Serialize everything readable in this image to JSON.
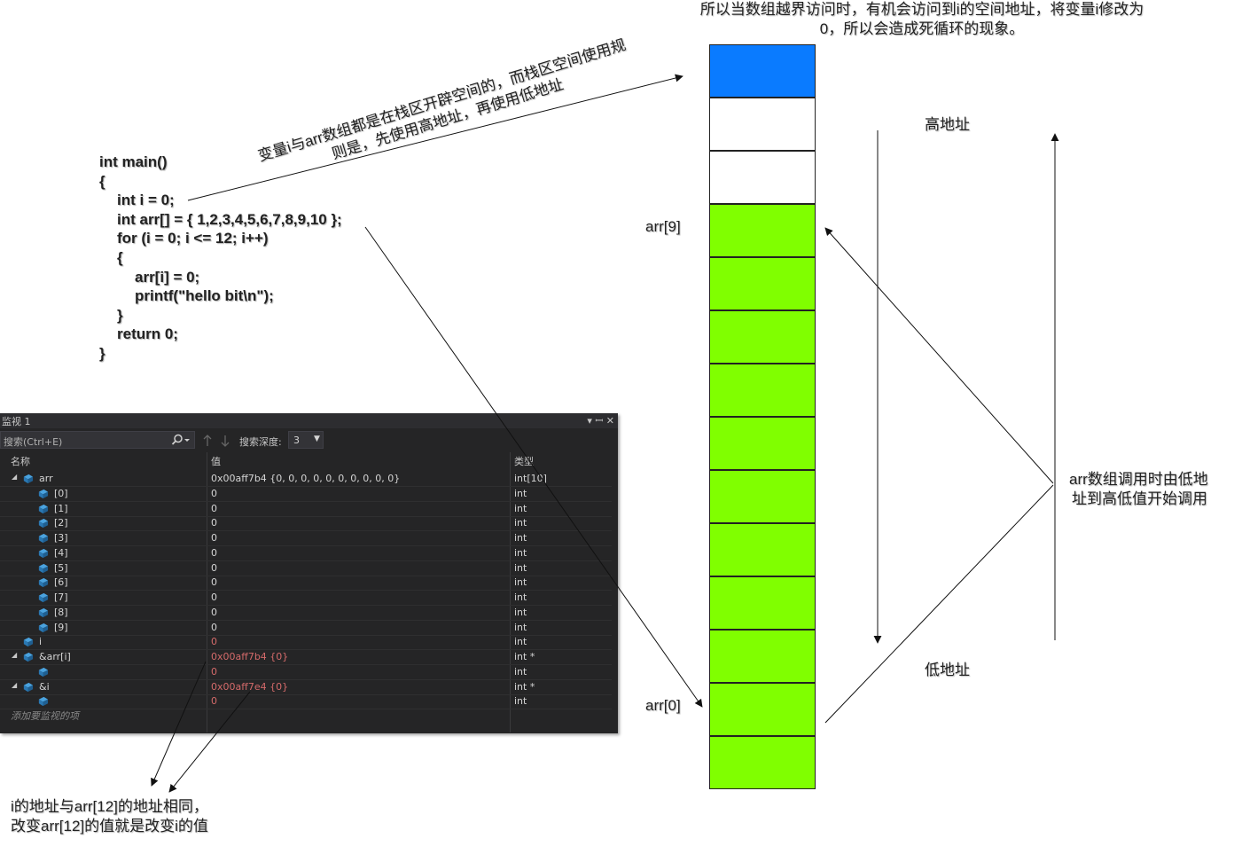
{
  "code": {
    "lines": [
      "int main()",
      "{",
      "int i = 0;",
      "int arr[] = { 1,2,3,4,5,6,7,8,9,10 };",
      "for (i = 0; i <= 12; i++)",
      "{",
      "arr[i] = 0;",
      "printf(\"hello bit\\n\");",
      "}",
      "return 0;",
      "}"
    ]
  },
  "annotations": {
    "top_right_line1": "所以当数组越界访问时，有机会访问到i的空间地址，将变量i修改为",
    "top_right_line2": "0，所以会造成死循环的现象。",
    "rotated_line1": "变量i与arr数组都是在栈区开辟空间的，而栈区空间使用规",
    "rotated_line2": "则是，先使用高地址，再使用低地址",
    "high_address": "高地址",
    "low_address": "低地址",
    "right_note_line1": "arr数组调用时由低地",
    "right_note_line2": "址到高低值开始调用",
    "bottom_note_line1": "i的地址与arr[12]的地址相同，",
    "bottom_note_line2": "改变arr[12]的值就是改变i的值",
    "label_arr9": "arr[9]",
    "label_arr0": "arr[0]"
  },
  "memory_cells": [
    "blue",
    "white",
    "white",
    "green",
    "green",
    "green",
    "green",
    "green",
    "green",
    "green",
    "green",
    "green",
    "green",
    "green"
  ],
  "colors": {
    "blue": "#0a7bff",
    "green": "#80ff00",
    "watch_bg": "#252526",
    "value_changed": "#d46a6a"
  },
  "watch": {
    "title": "监视 1",
    "title_icons": "▾ ꟷ ✕",
    "search_placeholder": "搜索(Ctrl+E)",
    "search_icon": "search-icon",
    "search_depth_label": "搜索深度:",
    "search_depth_value": "3",
    "columns": {
      "name": "名称",
      "value": "值",
      "type": "类型"
    },
    "rows": [
      {
        "toggle": "◢",
        "name": "arr",
        "value": "0x00aff7b4 {0, 0, 0, 0, 0, 0, 0, 0, 0, 0}",
        "type": "int[10]",
        "depth": 0,
        "changed": false
      },
      {
        "toggle": "",
        "name": "[0]",
        "value": "0",
        "type": "int",
        "depth": 1,
        "changed": false
      },
      {
        "toggle": "",
        "name": "[1]",
        "value": "0",
        "type": "int",
        "depth": 1,
        "changed": false
      },
      {
        "toggle": "",
        "name": "[2]",
        "value": "0",
        "type": "int",
        "depth": 1,
        "changed": false
      },
      {
        "toggle": "",
        "name": "[3]",
        "value": "0",
        "type": "int",
        "depth": 1,
        "changed": false
      },
      {
        "toggle": "",
        "name": "[4]",
        "value": "0",
        "type": "int",
        "depth": 1,
        "changed": false
      },
      {
        "toggle": "",
        "name": "[5]",
        "value": "0",
        "type": "int",
        "depth": 1,
        "changed": false
      },
      {
        "toggle": "",
        "name": "[6]",
        "value": "0",
        "type": "int",
        "depth": 1,
        "changed": false
      },
      {
        "toggle": "",
        "name": "[7]",
        "value": "0",
        "type": "int",
        "depth": 1,
        "changed": false
      },
      {
        "toggle": "",
        "name": "[8]",
        "value": "0",
        "type": "int",
        "depth": 1,
        "changed": false
      },
      {
        "toggle": "",
        "name": "[9]",
        "value": "0",
        "type": "int",
        "depth": 1,
        "changed": false
      },
      {
        "toggle": "",
        "name": "i",
        "value": "0",
        "type": "int",
        "depth": 0,
        "changed": true
      },
      {
        "toggle": "◢",
        "name": "&arr[i]",
        "value": "0x00aff7b4 {0}",
        "type": "int *",
        "depth": 0,
        "changed": true
      },
      {
        "toggle": "",
        "name": "",
        "value": "0",
        "type": "int",
        "depth": 1,
        "changed": true
      },
      {
        "toggle": "◢",
        "name": "&i",
        "value": "0x00aff7e4 {0}",
        "type": "int *",
        "depth": 0,
        "changed": true
      },
      {
        "toggle": "",
        "name": "",
        "value": "0",
        "type": "int",
        "depth": 1,
        "changed": true
      }
    ],
    "add_item_text": "添加要监视的项"
  }
}
